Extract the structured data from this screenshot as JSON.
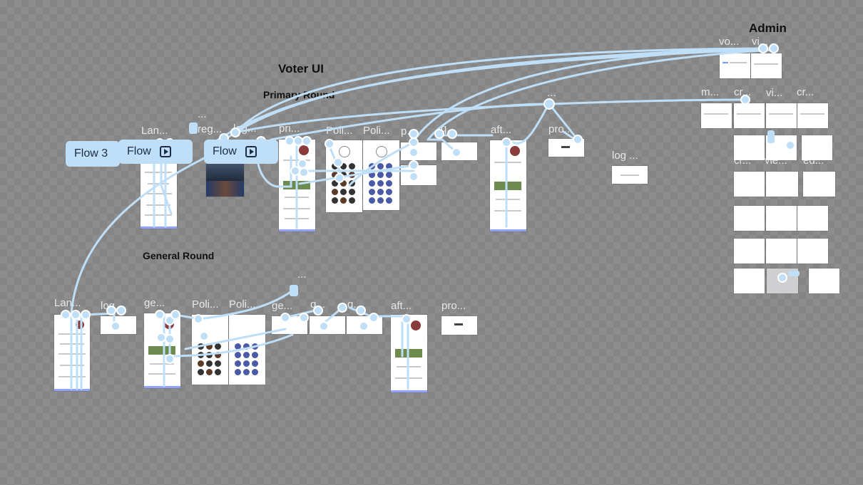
{
  "sections": {
    "voter_ui": "Voter UI",
    "primary_round": "Primary Round",
    "general_round": "General Round",
    "admin": "Admin"
  },
  "flows": {
    "flow3": "Flow 3",
    "flow_a": "Flow",
    "flow_b": "Flow"
  },
  "primary_labels": {
    "top_ellipsis": "...",
    "lan": "Lan...",
    "reg": "reg...",
    "log": "log...",
    "pri": "pri...",
    "poli1": "Poli...",
    "poli2": "Poli...",
    "p": "p...",
    "q": "q...",
    "aft": "aft...",
    "pro": "pro...",
    "mid_ellipsis": "...",
    "log2": "log ..."
  },
  "general_labels": {
    "lan": "Lan...",
    "log": "log...",
    "ge": "ge...",
    "poli1": "Poli...",
    "poli2": "Poli...",
    "ge2": "ge...",
    "q1": "q...",
    "q2": "q...",
    "aft": "aft...",
    "pro": "pro...",
    "top_ellipsis": "..."
  },
  "admin_labels": {
    "vo": "vo...",
    "vi1": "vi...",
    "m": "m...",
    "cr1": "cr...",
    "vi2": "vi...",
    "cr2": "cr...",
    "cr3": "cr...",
    "vie": "vie...",
    "ed": "ed..."
  },
  "colors": {
    "canvas": "#8d8d8d",
    "connector": "#bfdff8",
    "flow_tag": "#bfdff8",
    "accent": "#8fa3ff"
  },
  "icons": {
    "flow_play": "play-icon"
  }
}
